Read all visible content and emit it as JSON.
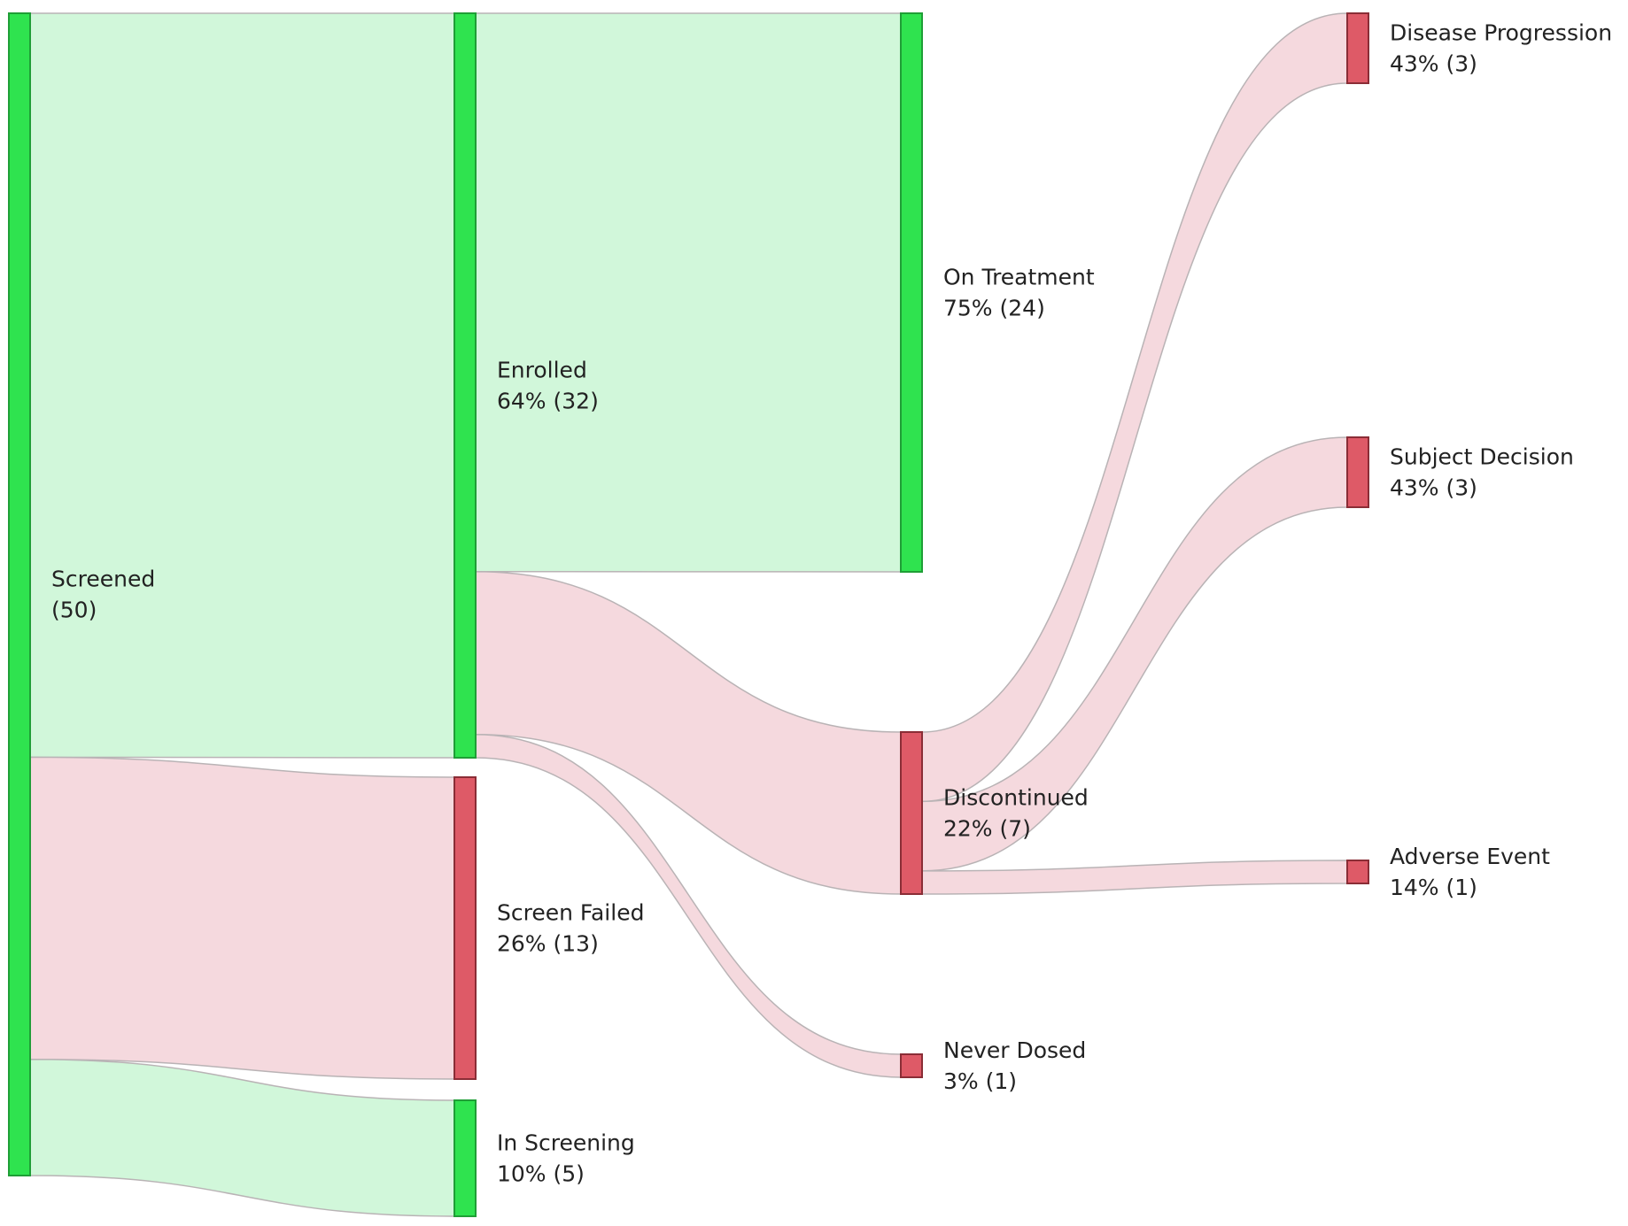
{
  "colors": {
    "green_node": "#2fe34f",
    "green_node_stroke": "#1f9e36",
    "red_node": "#de5a67",
    "red_node_stroke": "#8a2d36",
    "green_link": "#d1f7da",
    "red_link": "#f5d9de",
    "link_stroke": "#b9b3b5"
  },
  "nodes": [
    {
      "id": "screened",
      "label": "Screened",
      "value_text": "(50)",
      "color": "green"
    },
    {
      "id": "enrolled",
      "label": "Enrolled",
      "value_text": "64% (32)",
      "color": "green"
    },
    {
      "id": "screen-failed",
      "label": "Screen Failed",
      "value_text": "26% (13)",
      "color": "red"
    },
    {
      "id": "in-screening",
      "label": "In Screening",
      "value_text": "10% (5)",
      "color": "green"
    },
    {
      "id": "on-treatment",
      "label": "On Treatment",
      "value_text": "75% (24)",
      "color": "green"
    },
    {
      "id": "discontinued",
      "label": "Discontinued",
      "value_text": "22% (7)",
      "color": "red"
    },
    {
      "id": "never-dosed",
      "label": "Never Dosed",
      "value_text": "3% (1)",
      "color": "red"
    },
    {
      "id": "disease-progression",
      "label": "Disease Progression",
      "value_text": "43% (3)",
      "color": "red"
    },
    {
      "id": "subject-decision",
      "label": "Subject Decision",
      "value_text": "43% (3)",
      "color": "red"
    },
    {
      "id": "adverse-event",
      "label": "Adverse Event",
      "value_text": "14% (1)",
      "color": "red"
    }
  ],
  "links": [
    {
      "source": "screened",
      "target": "enrolled",
      "value": 32,
      "color": "green"
    },
    {
      "source": "screened",
      "target": "screen-failed",
      "value": 13,
      "color": "red"
    },
    {
      "source": "screened",
      "target": "in-screening",
      "value": 5,
      "color": "green"
    },
    {
      "source": "enrolled",
      "target": "on-treatment",
      "value": 24,
      "color": "green"
    },
    {
      "source": "enrolled",
      "target": "discontinued",
      "value": 7,
      "color": "red"
    },
    {
      "source": "enrolled",
      "target": "never-dosed",
      "value": 1,
      "color": "red"
    },
    {
      "source": "discontinued",
      "target": "disease-progression",
      "value": 3,
      "color": "red"
    },
    {
      "source": "discontinued",
      "target": "subject-decision",
      "value": 3,
      "color": "red"
    },
    {
      "source": "discontinued",
      "target": "adverse-event",
      "value": 1,
      "color": "red"
    }
  ]
}
